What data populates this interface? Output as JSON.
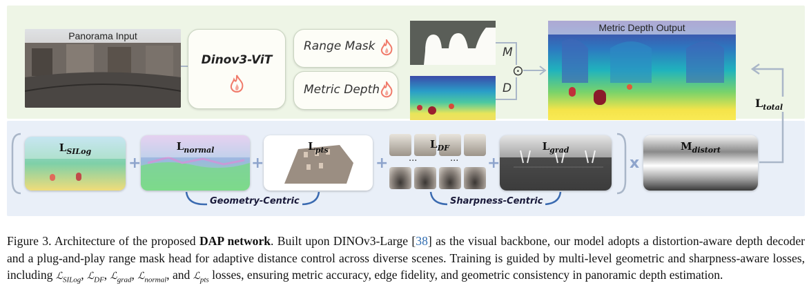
{
  "figure": {
    "top": {
      "panorama_label": "Panorama Input",
      "backbone_label": "Dinov3-ViT",
      "range_mask_label": "Range Mask",
      "metric_depth_label": "Metric Depth",
      "m_label": "M",
      "d_label": "D",
      "product_symbol": "⊙",
      "metric_output_label": "Metric Depth Output",
      "total_loss_main": "L",
      "total_loss_sub": "total"
    },
    "bottom": {
      "loss_silog_main": "L",
      "loss_silog_sub": "SILog",
      "loss_normal_main": "L",
      "loss_normal_sub": "normal",
      "loss_pts_main": "L",
      "loss_pts_sub": "pts",
      "loss_df_main": "L",
      "loss_df_sub": "DF",
      "loss_grad_main": "L",
      "loss_grad_sub": "grad",
      "distort_main": "M",
      "distort_sub": "distort",
      "plus": "+",
      "times": "x",
      "ellipsis": "...",
      "geometry_label": "Geometry-Centric",
      "sharpness_label": "Sharpness-Centric"
    }
  },
  "caption": {
    "prefix": "Figure 3.  Architecture of the proposed ",
    "bold": "DAP network",
    "part1": ".  Built upon DINOv3-Large [",
    "ref": "38",
    "part2": "] as the visual backbone, our model adopts a distortion-aware depth decoder and a plug-and-play range mask head for adaptive distance control across diverse scenes.  Training is guided by multi-level geometric and sharpness-aware losses, including ",
    "l1": "ℒ",
    "l1sub": "SILog",
    "sep1": ", ",
    "l2": "ℒ",
    "l2sub": "DF",
    "sep2": ", ",
    "l3": "ℒ",
    "l3sub": "grad",
    "sep3": ", ",
    "l4": "ℒ",
    "l4sub": "normal",
    "sep4": ", and ",
    "l5": "ℒ",
    "l5sub": "pts",
    "part3": " losses, ensuring metric accuracy, edge fidelity, and geometric consistency in panoramic depth estimation."
  }
}
